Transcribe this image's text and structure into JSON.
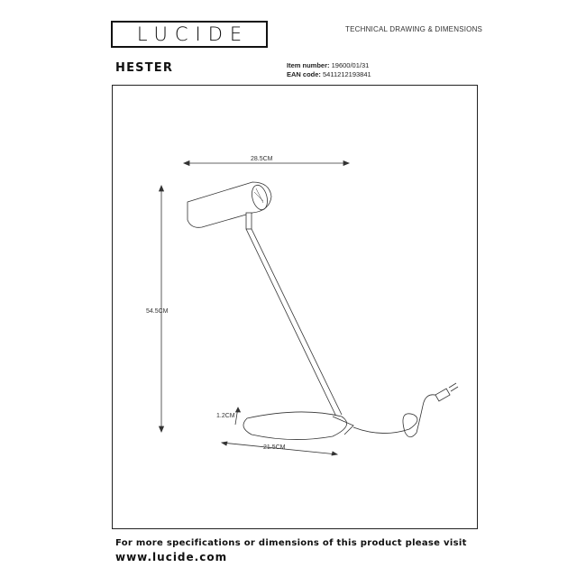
{
  "header": {
    "brand": "LUCIDE",
    "document_type": "TECHNICAL DRAWING & DIMENSIONS"
  },
  "product": {
    "name": "HESTER",
    "item_label": "Item number:",
    "item_value": "19600/01/31",
    "ean_label": "EAN code:",
    "ean_value": "5411212193841"
  },
  "dimensions": {
    "width_top": "28.5CM",
    "height": "54.5CM",
    "base_height": "1.2CM",
    "base_width": "21.5CM"
  },
  "footer": {
    "text": "For more specifications or dimensions of this product please visit",
    "link": "www.lucide.com"
  }
}
